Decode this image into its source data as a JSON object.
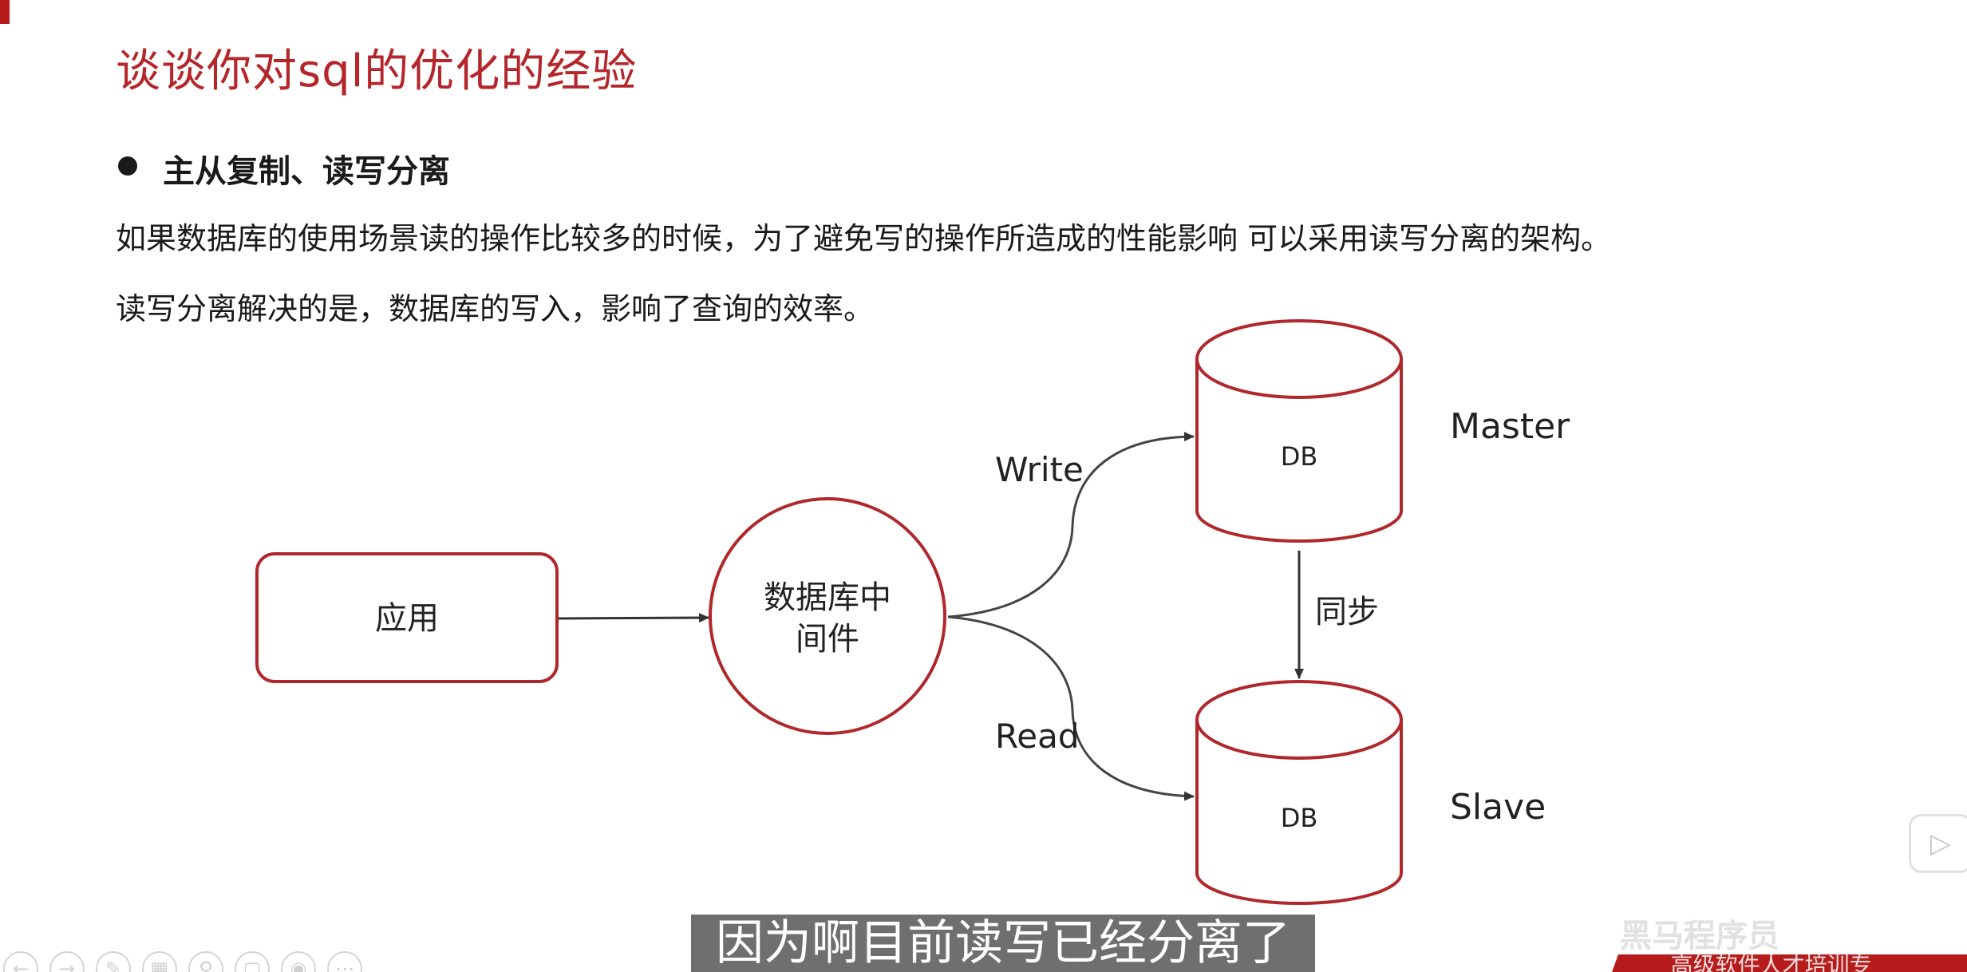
{
  "slide": {
    "title": "谈谈你对sql的优化的经验",
    "bullet_heading": "主从复制、读写分离",
    "paragraph_1": "如果数据库的使用场景读的操作比较多的时候，为了避免写的操作所造成的性能影响 可以采用读写分离的架构。",
    "paragraph_2": "读写分离解决的是，数据库的写入，影响了查询的效率。"
  },
  "diagram": {
    "app_label": "应用",
    "middleware_line1": "数据库中",
    "middleware_line2": "间件",
    "write_label": "Write",
    "read_label": "Read",
    "master_db_label": "DB",
    "slave_db_label": "DB",
    "master_label": "Master",
    "slave_label": "Slave",
    "sync_label": "同步"
  },
  "subtitle": "因为啊目前读写已经分离了",
  "watermark": "黑马程序员",
  "banner_text": "高级软件人才培训专",
  "colors": {
    "accent": "#b5262b",
    "text": "#1a1a1a"
  },
  "toolbar": {
    "icons": [
      "arrow-left-icon",
      "arrow-right-icon",
      "pen-icon",
      "grid-icon",
      "search-icon",
      "window-icon",
      "camera-icon",
      "more-icon"
    ]
  }
}
